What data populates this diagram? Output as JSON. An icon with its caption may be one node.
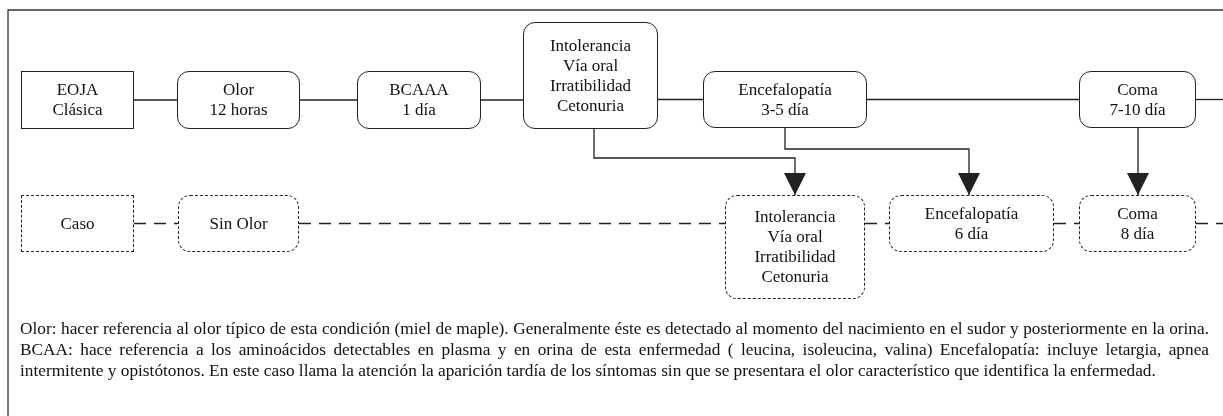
{
  "diagram": {
    "caption": "Olor: hacer referencia al olor típico de esta condición (miel de maple). Generalmente éste es detectado al momento del nacimiento en el sudor y posteriormente en la orina. BCAA: hace referencia a los aminoácidos detectables en plasma y en orina de esta enfermedad ( leucina, isoleucina, valina) Encefalopatía: incluye letargia, apnea intermitente y opistótonos. En este caso llama la atención la aparición tardía de los síntomas sin que se presentara el olor característico que identifica la enfermedad.",
    "nodes": [
      {
        "text": [
          "EOJA Clásica"
        ]
      },
      {
        "text": [
          "Olor",
          "12 horas"
        ]
      },
      {
        "text": [
          "BCAAA",
          "1 día"
        ]
      },
      {
        "text": [
          "Intolerancia",
          "Vía oral",
          "Irratibilidad",
          "Cetonuria"
        ]
      },
      {
        "text": [
          "Encefalopatía",
          "3-5 día"
        ]
      },
      {
        "text": [
          "Coma",
          "7-10 día"
        ]
      },
      {
        "text": [
          "Caso"
        ]
      },
      {
        "text": [
          "Sin Olor"
        ]
      },
      {
        "text": [
          "Intolerancia",
          "Vía oral",
          "Irratibilidad",
          "Cetonuria"
        ]
      },
      {
        "text": [
          "Encefalopatía",
          "6 día"
        ]
      },
      {
        "text": [
          "Coma",
          "8 día"
        ]
      }
    ],
    "edges": [
      {
        "from": 0,
        "to": 1,
        "arrow": "none"
      },
      {
        "from": 1,
        "to": 2,
        "arrow": "none"
      },
      {
        "from": 2,
        "to": 3,
        "arrow": "none"
      },
      {
        "from": 3,
        "to": 4,
        "arrow": "none"
      },
      {
        "from": 4,
        "to": 5,
        "arrow": "none"
      },
      {
        "from": 5,
        "to": null,
        "arrow": "none"
      },
      {
        "from": 6,
        "to": 7,
        "arrow": "none",
        "style": "dashed"
      },
      {
        "from": 7,
        "to": 8,
        "arrow": "none",
        "style": "dashed"
      },
      {
        "from": 8,
        "to": 9,
        "arrow": "none",
        "style": "dashed"
      },
      {
        "from": 9,
        "to": 10,
        "arrow": "none",
        "style": "dashed"
      },
      {
        "from": 10,
        "to": null,
        "arrow": "none",
        "style": "dashed"
      },
      {
        "from": 3,
        "to": 8,
        "arrow": "to"
      },
      {
        "from": 4,
        "to": 9,
        "arrow": "to"
      },
      {
        "from": 5,
        "to": 10,
        "arrow": "to"
      }
    ]
  }
}
